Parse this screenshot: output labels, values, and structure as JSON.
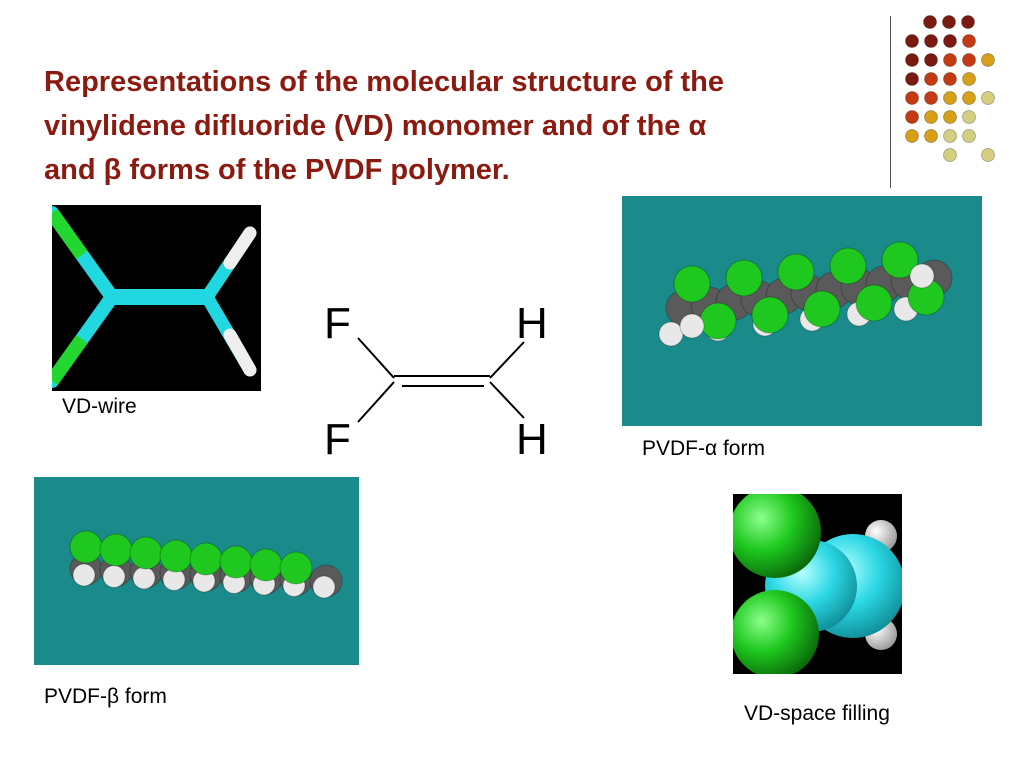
{
  "slide": {
    "title_lines": [
      "Representations of the molecular structure of the",
      "vinylidene difluoride (VD) monomer and of the α",
      "and β forms of the PVDF polymer."
    ],
    "captions": {
      "vd_wire": "VD-wire",
      "pvdf_alpha": "PVDF-α form",
      "pvdf_beta": "PVDF-β form",
      "vd_space_filling": "VD-space filling"
    },
    "structure_labels": {
      "f_top": "F",
      "f_bottom": "F",
      "h_top": "H",
      "h_bottom": "H"
    }
  },
  "colors": {
    "title": "#8b1a10",
    "teal_background": "#1a8a8a",
    "black_background": "#000000",
    "carbon": "#5a5a5a",
    "fluorine": "#1ec81e",
    "hydrogen": "#e8e8e8",
    "wire_carbon": "#22d8e0",
    "wire_fluorine": "#22d830",
    "dots": [
      "#7a1a10",
      "#c43a12",
      "#d8a018",
      "#d4d080"
    ]
  }
}
